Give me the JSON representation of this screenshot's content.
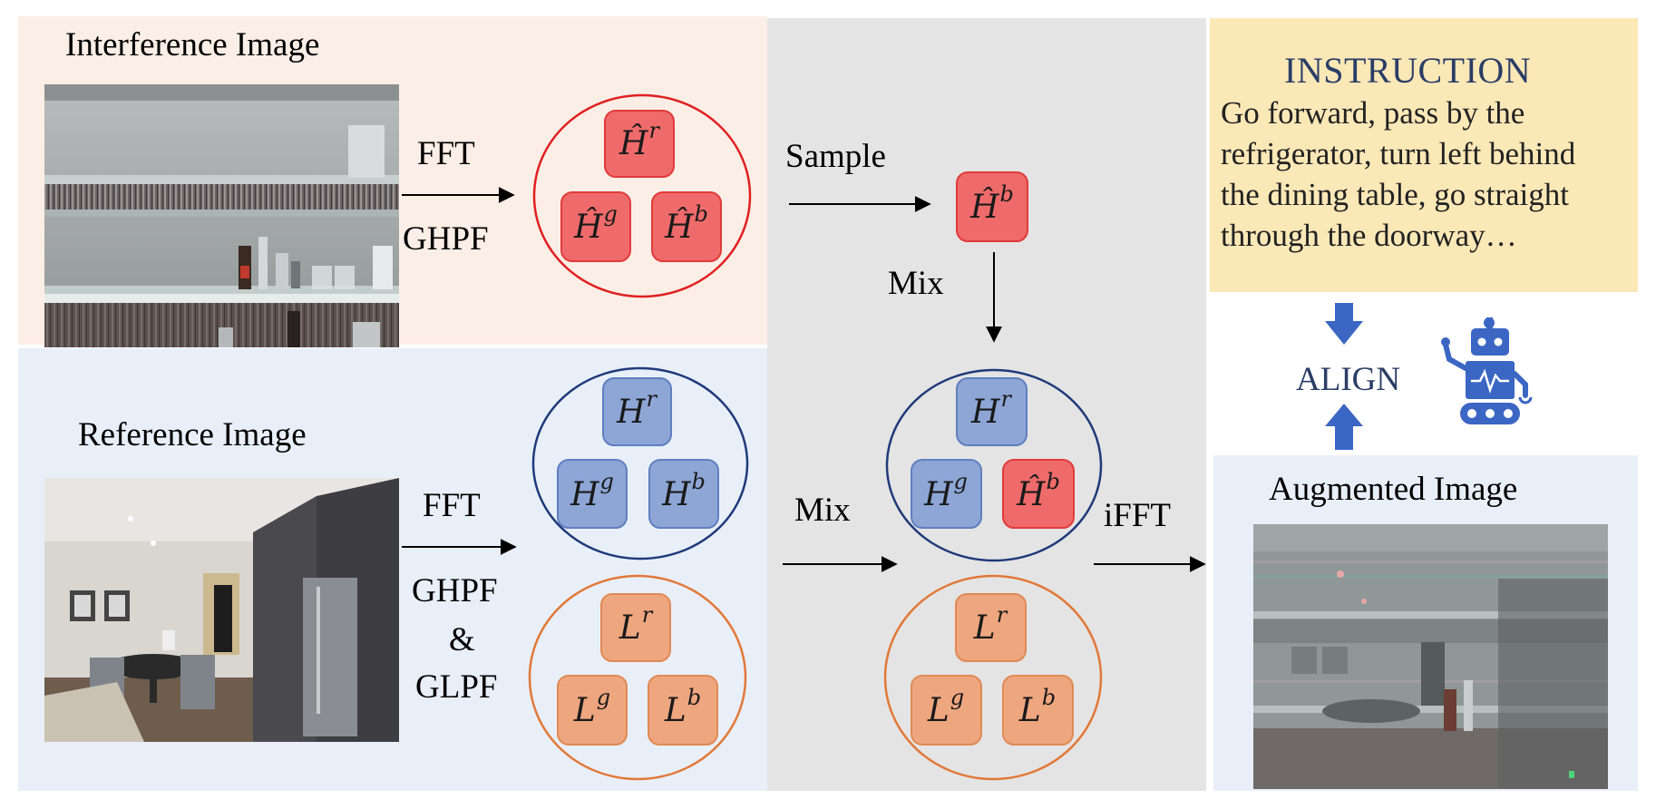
{
  "interference": {
    "title": "Interference Image",
    "op_top": "FFT",
    "op_bottom": "GHPF"
  },
  "reference": {
    "title": "Reference Image",
    "op_top": "FFT",
    "op_lines": [
      "GHPF",
      "&",
      "GLPF"
    ]
  },
  "mix_area": {
    "sample": "Sample",
    "mix_vertical": "Mix",
    "mix_horizontal": "Mix",
    "ifft": "iFFT"
  },
  "instruction": {
    "title": "INSTRUCTION",
    "lines": [
      "Go forward, pass by the",
      "refrigerator, turn left behind",
      "the dining table, go straight",
      "through the doorway…"
    ]
  },
  "align_label": "ALIGN",
  "augmented": {
    "title": "Augmented Image"
  },
  "components": {
    "H": "H",
    "L": "L",
    "hat": "̂",
    "r": "r",
    "g": "g",
    "b": "b"
  },
  "colors": {
    "red_fill": "#ef6b6b",
    "red_stroke": "#e23a3a",
    "red_circle": "#e02020",
    "blue_fill": "#8da6d6",
    "blue_stroke": "#5f7fbf",
    "blue_circle": "#1f3a7a",
    "orange_fill": "#eea67f",
    "orange_stroke": "#e08a55",
    "orange_circle": "#e27838",
    "interference_bg": "#fbeee6",
    "reference_bg": "#e8eef8",
    "mix_bg": "#e4e4e4",
    "instruction_bg": "#fbe8b7",
    "arrow_blue": "#3b66c4"
  }
}
